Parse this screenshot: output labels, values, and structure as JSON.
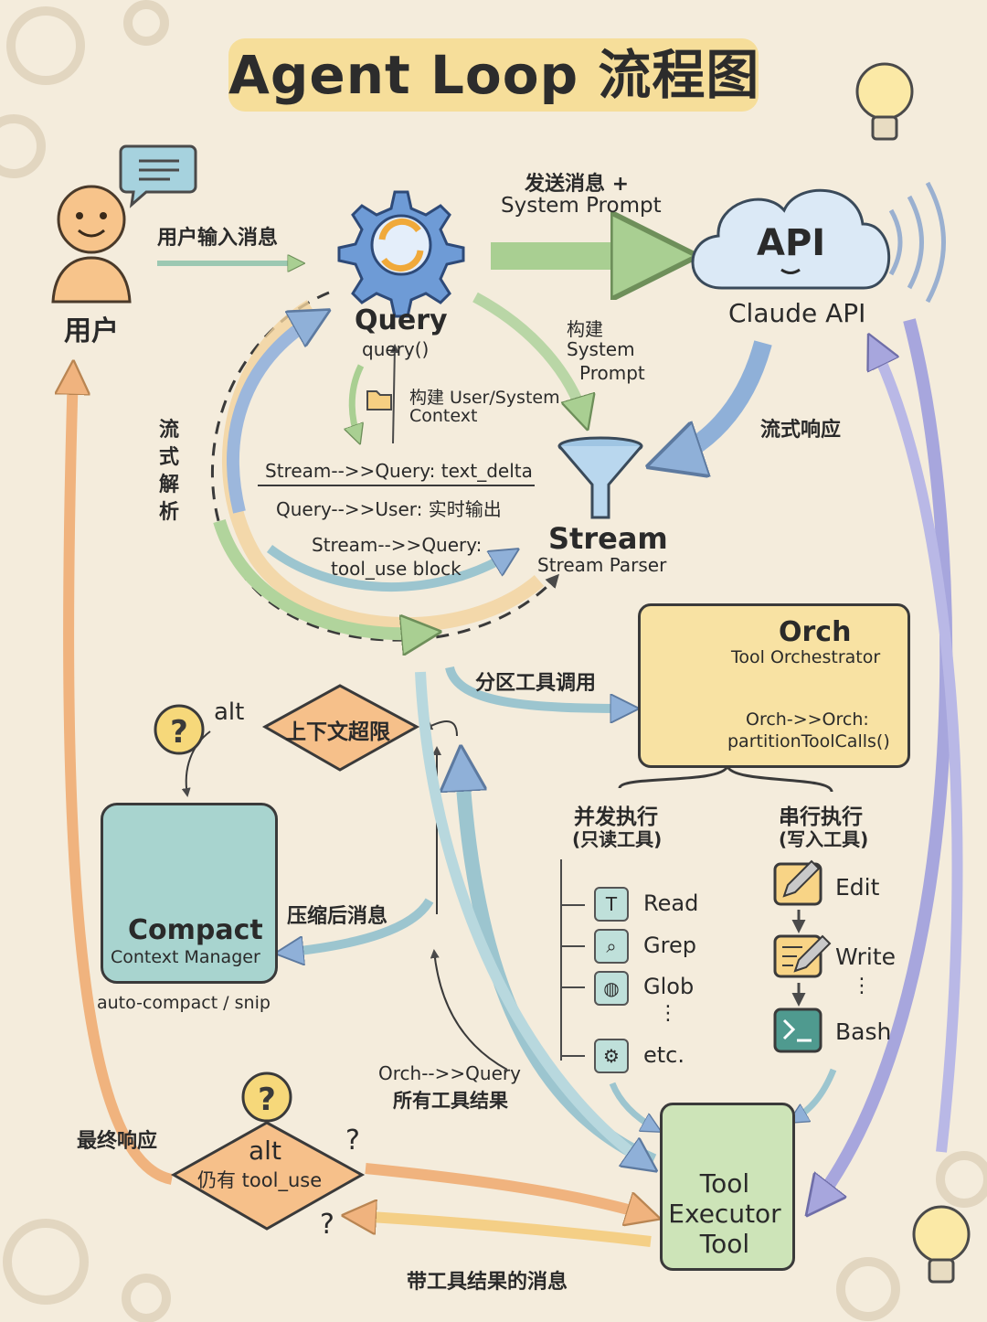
{
  "title": "Agent Loop 流程图",
  "nodes": {
    "user": "用户",
    "query": {
      "name": "Query",
      "fn": "query()"
    },
    "api": {
      "badge": "API",
      "name": "Claude API"
    },
    "stream": {
      "name": "Stream",
      "sub": "Stream Parser"
    },
    "orch": {
      "name": "Orch",
      "sub": "Tool Orchestrator",
      "self_call_1": "Orch->>Orch:",
      "self_call_2": "partitionToolCalls()"
    },
    "compact": {
      "name": "Compact",
      "sub": "Context Manager",
      "note": "auto-compact / snip"
    },
    "executor": {
      "line1": "Tool",
      "line2": "Executor",
      "line3": "Tool"
    },
    "context_limit": {
      "alt": "alt",
      "label": "上下文超限"
    },
    "still_tool_use": {
      "alt": "alt",
      "label": "仍有 tool_use"
    }
  },
  "edges": {
    "user_input": "用户输入消息",
    "send_1": "发送消息 +",
    "send_2": "System Prompt",
    "build_sp_1": "构建",
    "build_sp_2": "System",
    "build_sp_3": "Prompt",
    "build_ctx_1": "构建 User/System",
    "build_ctx_2": "Context",
    "stream_resp": "流式响应",
    "parse": "流式解析",
    "text_delta": "Stream-->>Query: text_delta",
    "realtime": "Query-->>User: 实时输出",
    "tool_block_1": "Stream-->>Query:",
    "tool_block_2": "tool_use block",
    "partition": "分区工具调用",
    "compressed": "压缩后消息",
    "results_1": "Orch-->>Query",
    "results_2": "所有工具结果",
    "final": "最终响应",
    "with_results": "带工具结果的消息",
    "q1": "?",
    "q2": "?"
  },
  "groups": {
    "parallel": {
      "title": "并发执行",
      "sub": "(只读工具)",
      "tools": [
        "Read",
        "Grep",
        "Glob",
        "etc."
      ]
    },
    "serial": {
      "title": "串行执行",
      "sub": "(写入工具)",
      "tools": [
        "Edit",
        "Write",
        "Bash"
      ]
    }
  },
  "icons": [
    "user-icon",
    "speech-bubble-icon",
    "gear-refresh-icon",
    "cloud-icon",
    "funnel-icon",
    "folder-icon",
    "conductor-icon",
    "compressor-icon",
    "wrench-icon",
    "question-icon",
    "lightbulb-icon",
    "text-icon",
    "magnifier-icon",
    "globe-icon",
    "gear-icon",
    "pencil-icon",
    "terminal-icon"
  ],
  "colors": {
    "background": "#f4ecdc",
    "green_arrow": "#a9cf92",
    "blue_arrow": "#8fb0d8",
    "orange_arrow": "#f0b37e",
    "purple_arrow": "#a7a6dd",
    "orch_box": "#f8e2a3",
    "compact_box": "#a8d4cf",
    "executor_box": "#cde4b8",
    "diamond": "#f6c08a"
  }
}
